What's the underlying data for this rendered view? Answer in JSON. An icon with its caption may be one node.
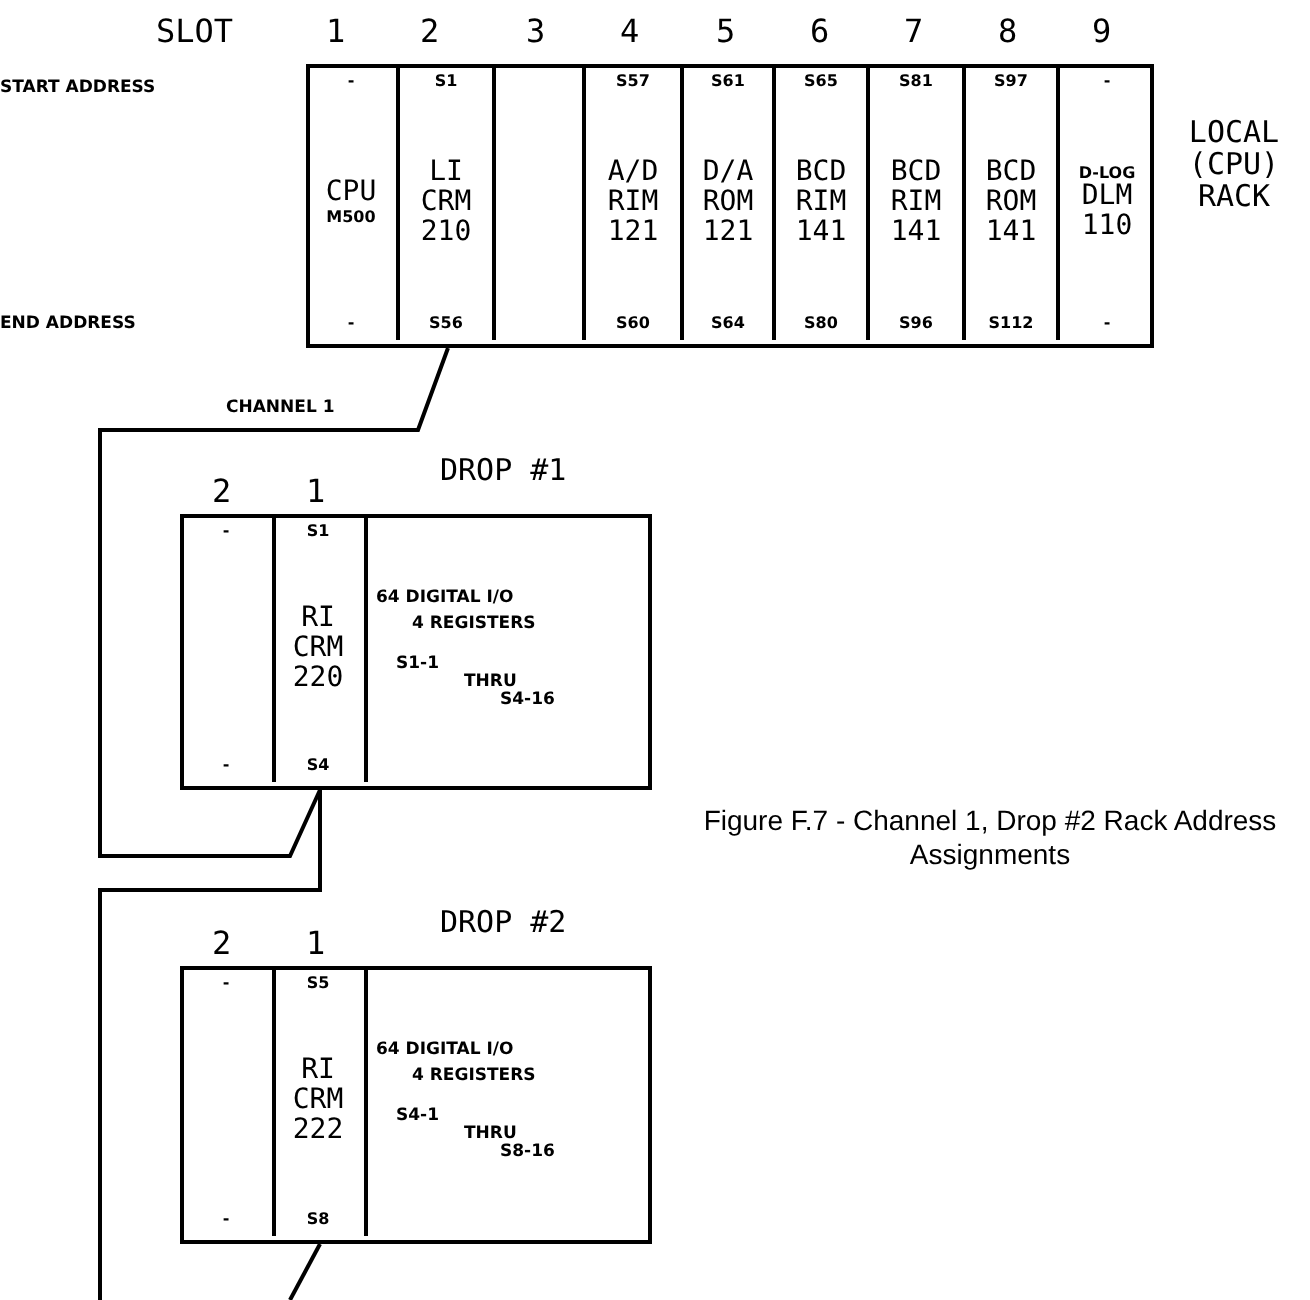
{
  "diagram": {
    "caption": "Figure F.7 - Channel 1, Drop #2 Rack Address Assignments",
    "nodes": [
      {
        "text": [],
        "shape": "box",
        "beside": [
          "LOCAL (CPU) RACK"
        ]
      },
      {
        "text": [
          "-",
          "CPU",
          "M500",
          "-"
        ],
        "in": 0
      },
      {
        "text": [
          "S1",
          "LI CRM 210",
          "S56"
        ],
        "in": 0
      },
      {
        "text": [],
        "shape": "box",
        "in": 0
      },
      {
        "text": [
          "S57",
          "A/D RIM 121",
          "S60"
        ],
        "in": 0
      },
      {
        "text": [
          "S61",
          "D/A ROM 121",
          "S64"
        ],
        "in": 0
      },
      {
        "text": [
          "S65",
          "BCD RIM 141",
          "S80"
        ],
        "in": 0
      },
      {
        "text": [
          "S81",
          "BCD RIM 141",
          "S96"
        ],
        "in": 0
      },
      {
        "text": [
          "S97",
          "BCD ROM 141",
          "S112"
        ],
        "in": 0
      },
      {
        "text": [
          "-",
          "D-LOG",
          "DLM 110",
          "-"
        ],
        "in": 0
      },
      {
        "text": [],
        "shape": "box",
        "beside": [
          "DROP #1"
        ]
      },
      {
        "text": [
          "-",
          "-"
        ],
        "in": 10
      },
      {
        "text": [
          "S1",
          "RI CRM 220",
          "S4"
        ],
        "in": 10
      },
      {
        "text": [
          "64 DIGITAL I/O",
          "4 REGISTERS",
          "S1-1",
          "THRU",
          "S4-16"
        ],
        "in": 10
      },
      {
        "text": [],
        "shape": "box",
        "beside": [
          "DROP #2"
        ]
      },
      {
        "text": [
          "-",
          "-"
        ],
        "in": 14
      },
      {
        "text": [
          "S5",
          "RI CRM 222",
          "S8"
        ],
        "in": 14
      },
      {
        "text": [
          "64 DIGITAL I/O",
          "4 REGISTERS",
          "S4-1",
          "THRU",
          "S8-16"
        ],
        "in": 14
      }
    ],
    "edges": [
      {
        "from": 2,
        "to": 12,
        "arrow": "none",
        "label": "CHANNEL 1"
      },
      {
        "from": 12,
        "to": null,
        "arrow": "none"
      },
      {
        "from": 16,
        "to": null,
        "arrow": "none"
      }
    ],
    "labels": [
      "SLOT",
      "1",
      "2",
      "3",
      "4",
      "5",
      "6",
      "7",
      "8",
      "9",
      "START ADDRESS",
      "END ADDRESS",
      "2",
      "1",
      "2",
      "1"
    ]
  }
}
